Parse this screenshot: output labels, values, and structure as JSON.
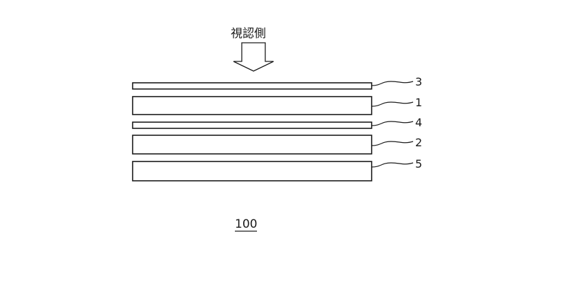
{
  "viewing_side_label": "視認側",
  "layers": [
    {
      "ref": "3"
    },
    {
      "ref": "1"
    },
    {
      "ref": "4"
    },
    {
      "ref": "2"
    },
    {
      "ref": "5"
    }
  ],
  "figure_label": "100"
}
